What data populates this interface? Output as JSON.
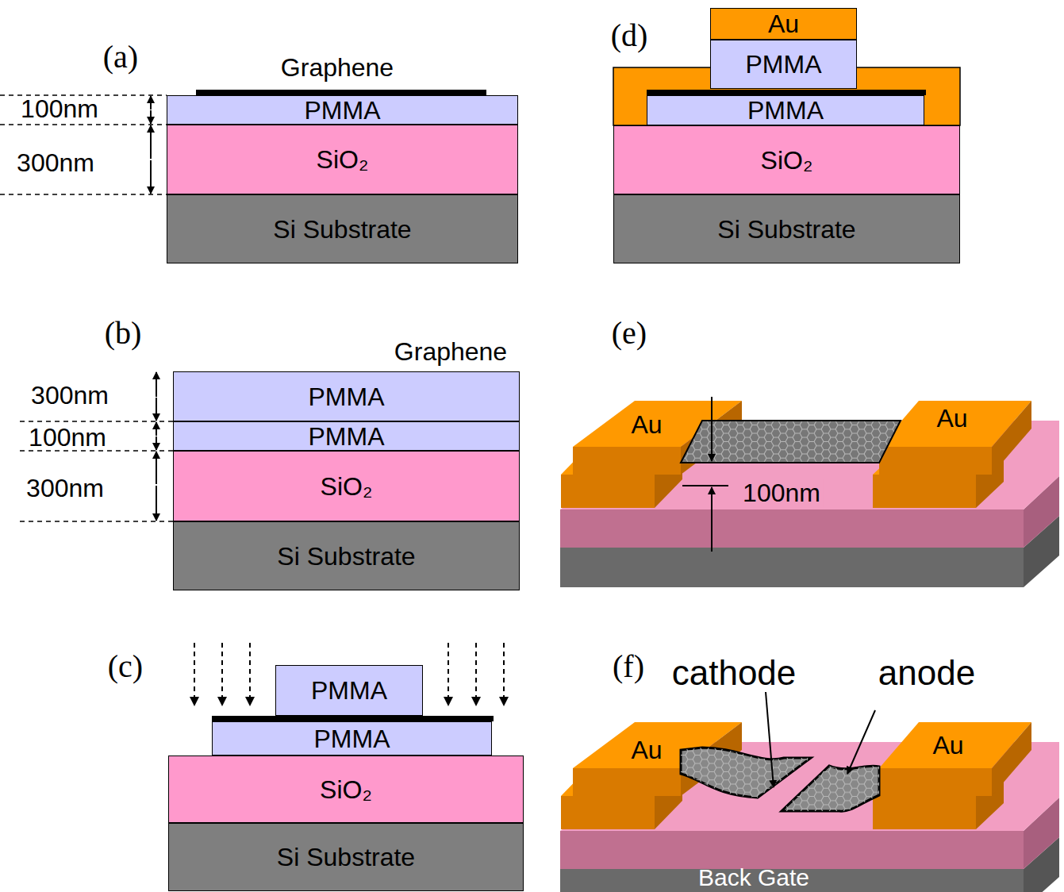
{
  "diagram": {
    "nodes": [
      {
        "text": [
          "PMMA"
        ]
      },
      {
        "text": [
          "SiO₂"
        ]
      },
      {
        "text": [
          "Si Substrate"
        ]
      },
      {
        "text": [
          "PMMA"
        ]
      },
      {
        "text": [
          "PMMA"
        ]
      },
      {
        "text": [
          "SiO₂"
        ]
      },
      {
        "text": [
          "Si Substrate"
        ]
      },
      {
        "text": [
          "PMMA"
        ]
      },
      {
        "text": [
          "PMMA"
        ]
      },
      {
        "text": [
          "SiO₂"
        ]
      },
      {
        "text": [
          "Si Substrate"
        ]
      },
      {
        "text": [
          "Au"
        ]
      },
      {
        "text": [
          "PMMA"
        ]
      },
      {
        "text": [
          "PMMA"
        ]
      },
      {
        "text": [
          "SiO₂"
        ]
      },
      {
        "text": [
          "Si Substrate"
        ]
      },
      {
        "text": [
          "Au"
        ]
      },
      {
        "text": [
          "Au"
        ]
      },
      {
        "text": [
          "Au"
        ]
      },
      {
        "text": [
          "Au"
        ]
      },
      {
        "text": [
          "Back Gate"
        ]
      }
    ],
    "labels": [
      "(a)",
      "Graphene",
      "100nm",
      "300nm",
      "(b)",
      "Graphene",
      "300nm",
      "100nm",
      "300nm",
      "(c)",
      "(d)",
      "(e)",
      "100nm",
      "(f)",
      "cathode",
      "anode"
    ]
  }
}
